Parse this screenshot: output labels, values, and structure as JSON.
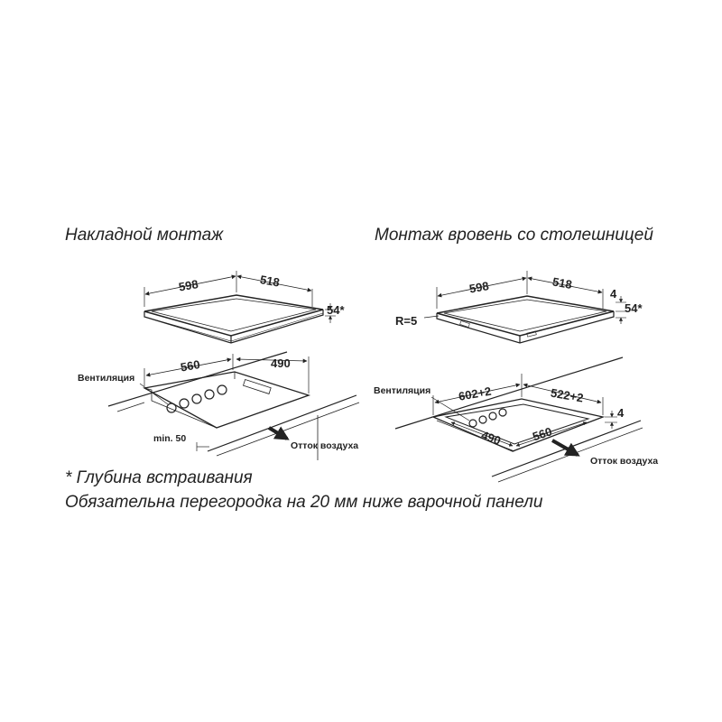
{
  "titles": {
    "left": "Накладной монтаж",
    "right": "Монтаж вровень со столешницей"
  },
  "left": {
    "width": "598",
    "depth": "518",
    "height": "54*",
    "cut_width": "560",
    "cut_depth": "490",
    "ventilation": "Вентиляция",
    "min": "min. 50",
    "airflow": "Отток воздуха"
  },
  "right": {
    "width": "598",
    "depth": "518",
    "step": "4",
    "height": "54*",
    "radius": "R=5",
    "ventilation": "Вентиляция",
    "outer_width": "602+2",
    "outer_depth": "522+2",
    "outer_step": "4",
    "cut_depth": "490",
    "cut_width": "560",
    "airflow": "Отток воздуха"
  },
  "notes": {
    "depth_note": "* Глубина встраивания",
    "partition_note": "Обязательна перегородка на 20 мм ниже варочной панели"
  }
}
